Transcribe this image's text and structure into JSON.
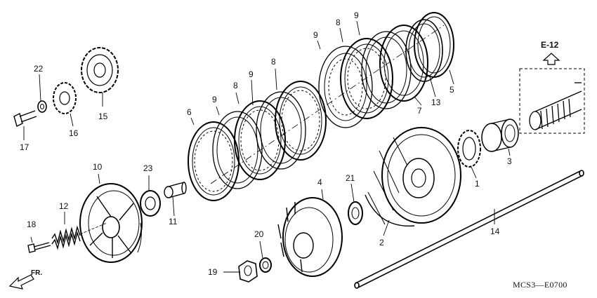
{
  "diagram": {
    "ref_label": "E-12",
    "direction_label": "FR.",
    "diagram_code": "MCS3—E0700",
    "part_numbers": {
      "p1": "1",
      "p2": "2",
      "p3": "3",
      "p4": "4",
      "p5": "5",
      "p6": "6",
      "p7": "7",
      "p8a": "8",
      "p8b": "8",
      "p8c": "8",
      "p9a": "9",
      "p9b": "9",
      "p9c": "9",
      "p9d": "9",
      "p10": "10",
      "p11": "11",
      "p12": "12",
      "p13": "13",
      "p14": "14",
      "p15": "15",
      "p16": "16",
      "p17": "17",
      "p18": "18",
      "p19": "19",
      "p20": "20",
      "p21": "21",
      "p22": "22",
      "p23": "23"
    }
  }
}
